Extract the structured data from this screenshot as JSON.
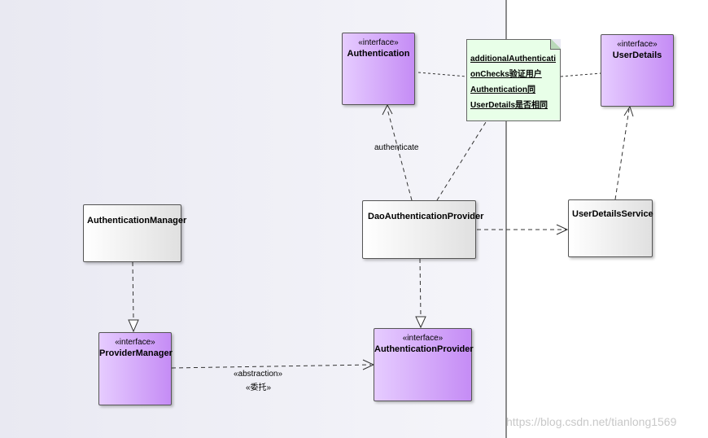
{
  "diagram": {
    "nodes": {
      "authentication": {
        "stereotype": "«interface»",
        "name": "Authentication"
      },
      "user_details": {
        "stereotype": "«interface»",
        "name": "UserDetails"
      },
      "authentication_manager": {
        "name": "AuthenticationManager"
      },
      "dao_authentication_provider": {
        "name": "DaoAuthenticationProvider"
      },
      "user_details_service": {
        "name": "UserDetailsService"
      },
      "provider_manager": {
        "stereotype": "«interface»",
        "name": "ProviderManager"
      },
      "authentication_provider": {
        "stereotype": "«interface»",
        "name": "AuthenticationProvider"
      }
    },
    "note": {
      "lines": [
        "additionalAuthenticati",
        "onChecks验证用户",
        "Authentication同",
        "UserDetails是否相同"
      ]
    },
    "edge_labels": {
      "authenticate": "authenticate",
      "abstraction": "«abstraction»",
      "delegate": "«委托»"
    },
    "watermark": "https://blog.csdn.net/tianlong1569"
  }
}
